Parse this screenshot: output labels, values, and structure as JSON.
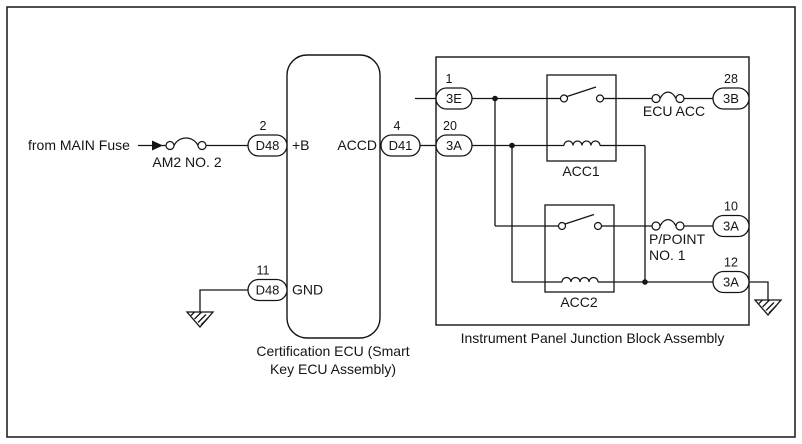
{
  "diagram": {
    "source": {
      "label": "from MAIN Fuse",
      "fuse_name": "AM2 NO. 2"
    },
    "ecu": {
      "caption_line1": "Certification ECU (Smart",
      "caption_line2": "Key ECU Assembly)",
      "pin_plus_b": {
        "number": "2",
        "connector": "D48",
        "label": "+B"
      },
      "pin_accd": {
        "number": "4",
        "connector": "D41",
        "label": "ACCD"
      },
      "pin_gnd": {
        "number": "11",
        "connector": "D48",
        "label": "GND"
      }
    },
    "junction_block": {
      "caption": "Instrument Panel Junction Block Assembly",
      "pin_3e": {
        "number": "1",
        "connector": "3E"
      },
      "pin_3a_20": {
        "number": "20",
        "connector": "3A"
      },
      "pin_3b_28": {
        "number": "28",
        "connector": "3B"
      },
      "pin_3a_10": {
        "number": "10",
        "connector": "3A"
      },
      "pin_3a_12": {
        "number": "12",
        "connector": "3A"
      },
      "relay_acc1": "ACC1",
      "relay_acc2": "ACC2",
      "fuse_ecu_acc": "ECU ACC",
      "fuse_p_point": {
        "line1": "P/POINT",
        "line2": "NO. 1"
      }
    },
    "colors": {
      "line": "#151515",
      "background": "#ffffff"
    }
  }
}
